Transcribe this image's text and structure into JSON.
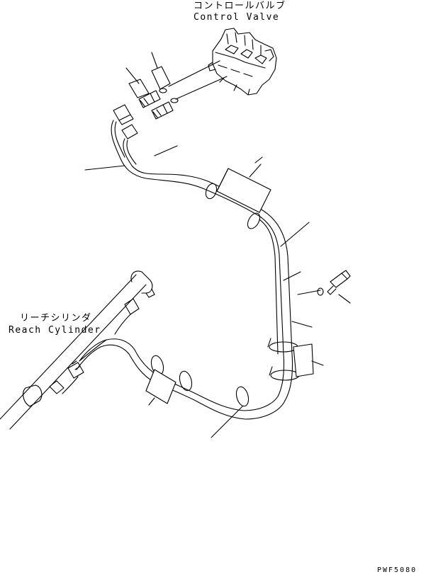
{
  "labels": {
    "control_valve_jp": "コントロールバルブ",
    "control_valve_en": "Control Valve",
    "reach_cylinder_jp": "リーチシリンダ",
    "reach_cylinder_en": "Reach Cylinder",
    "drawing_code": "PWF5080"
  }
}
